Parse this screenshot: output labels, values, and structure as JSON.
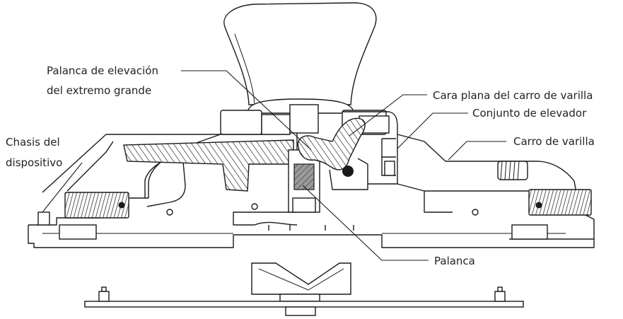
{
  "labels": {
    "big_end_lever_line1": "Palanca de elevación",
    "big_end_lever_line2": "del extremo grande",
    "rod_carriage_flat": "Cara plana del carro de varilla",
    "lifter_assembly": "Conjunto de elevador",
    "rod_carriage": "Carro de varilla",
    "chassis_line1": "Chasis del",
    "chassis_line2": "dispositivo",
    "lever": "Palanca"
  },
  "colors": {
    "ink": "#1a1a1a",
    "hatch_fill": "#9a9a9a",
    "background": "#ffffff"
  }
}
